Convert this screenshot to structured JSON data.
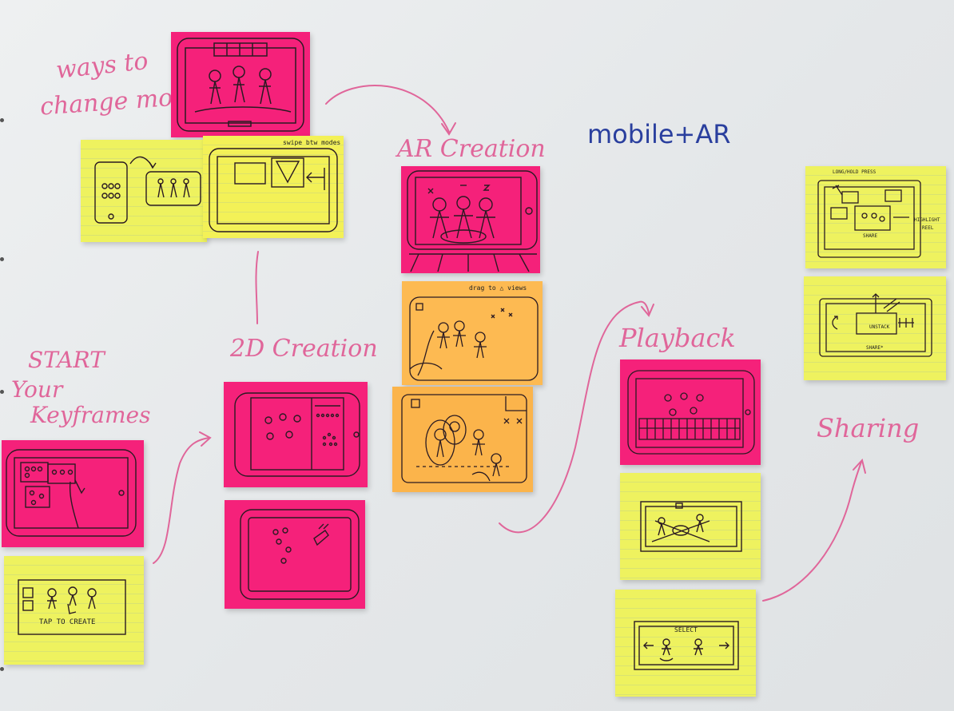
{
  "labels": {
    "ways": "ways to",
    "change_modes": "change modes",
    "ar_creation": "AR Creation",
    "mobile_ar": "mobile+AR",
    "start": "START",
    "your": "Your",
    "keyframes": "Keyframes",
    "creation_2d": "2D Creation",
    "playback": "Playback",
    "sharing": "Sharing"
  },
  "sketch_text": {
    "swipe_modes": "swipe btw modes",
    "drag_views": "drag to △ views",
    "tap_create": "TAP TO CREATE",
    "select": "SELECT",
    "long_press": "LONG/HOLD PRESS",
    "highlight": "HIGHLIGHT",
    "reel": "REEL",
    "share": "SHARE",
    "share2": "SHARE*",
    "unstack": "UNSTACK"
  },
  "colors": {
    "pink_note": "#f5217a",
    "yellow_note": "#eef25f",
    "orange_note": "#fbb44b",
    "marker_pink": "#e0669a",
    "marker_blue": "#2a3f9e",
    "board": "#e8eaec"
  }
}
